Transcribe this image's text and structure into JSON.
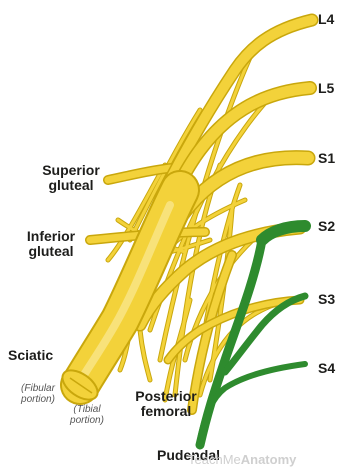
{
  "colors": {
    "nerve_fill": "#f3d23a",
    "nerve_stroke": "#c9a70c",
    "pudendal": "#2e8b2e",
    "label": "#1d1d1b",
    "watermark": "#cfcfcf"
  },
  "roots": [
    "L4",
    "L5",
    "S1",
    "S2",
    "S3",
    "S4"
  ],
  "nerves": {
    "superior_gluteal": [
      "Superior",
      "gluteal"
    ],
    "inferior_gluteal": [
      "Inferior",
      "gluteal"
    ],
    "sciatic": "Sciatic",
    "fibular_portion": [
      "(Fibular",
      "portion)"
    ],
    "tibial_portion": [
      "(Tibial",
      "portion)"
    ],
    "posterior_femoral": [
      "Posterior",
      "femoral"
    ],
    "pudendal": "Pudendal"
  },
  "watermark": {
    "part1": "TeachMe",
    "part2": "Anatomy"
  }
}
